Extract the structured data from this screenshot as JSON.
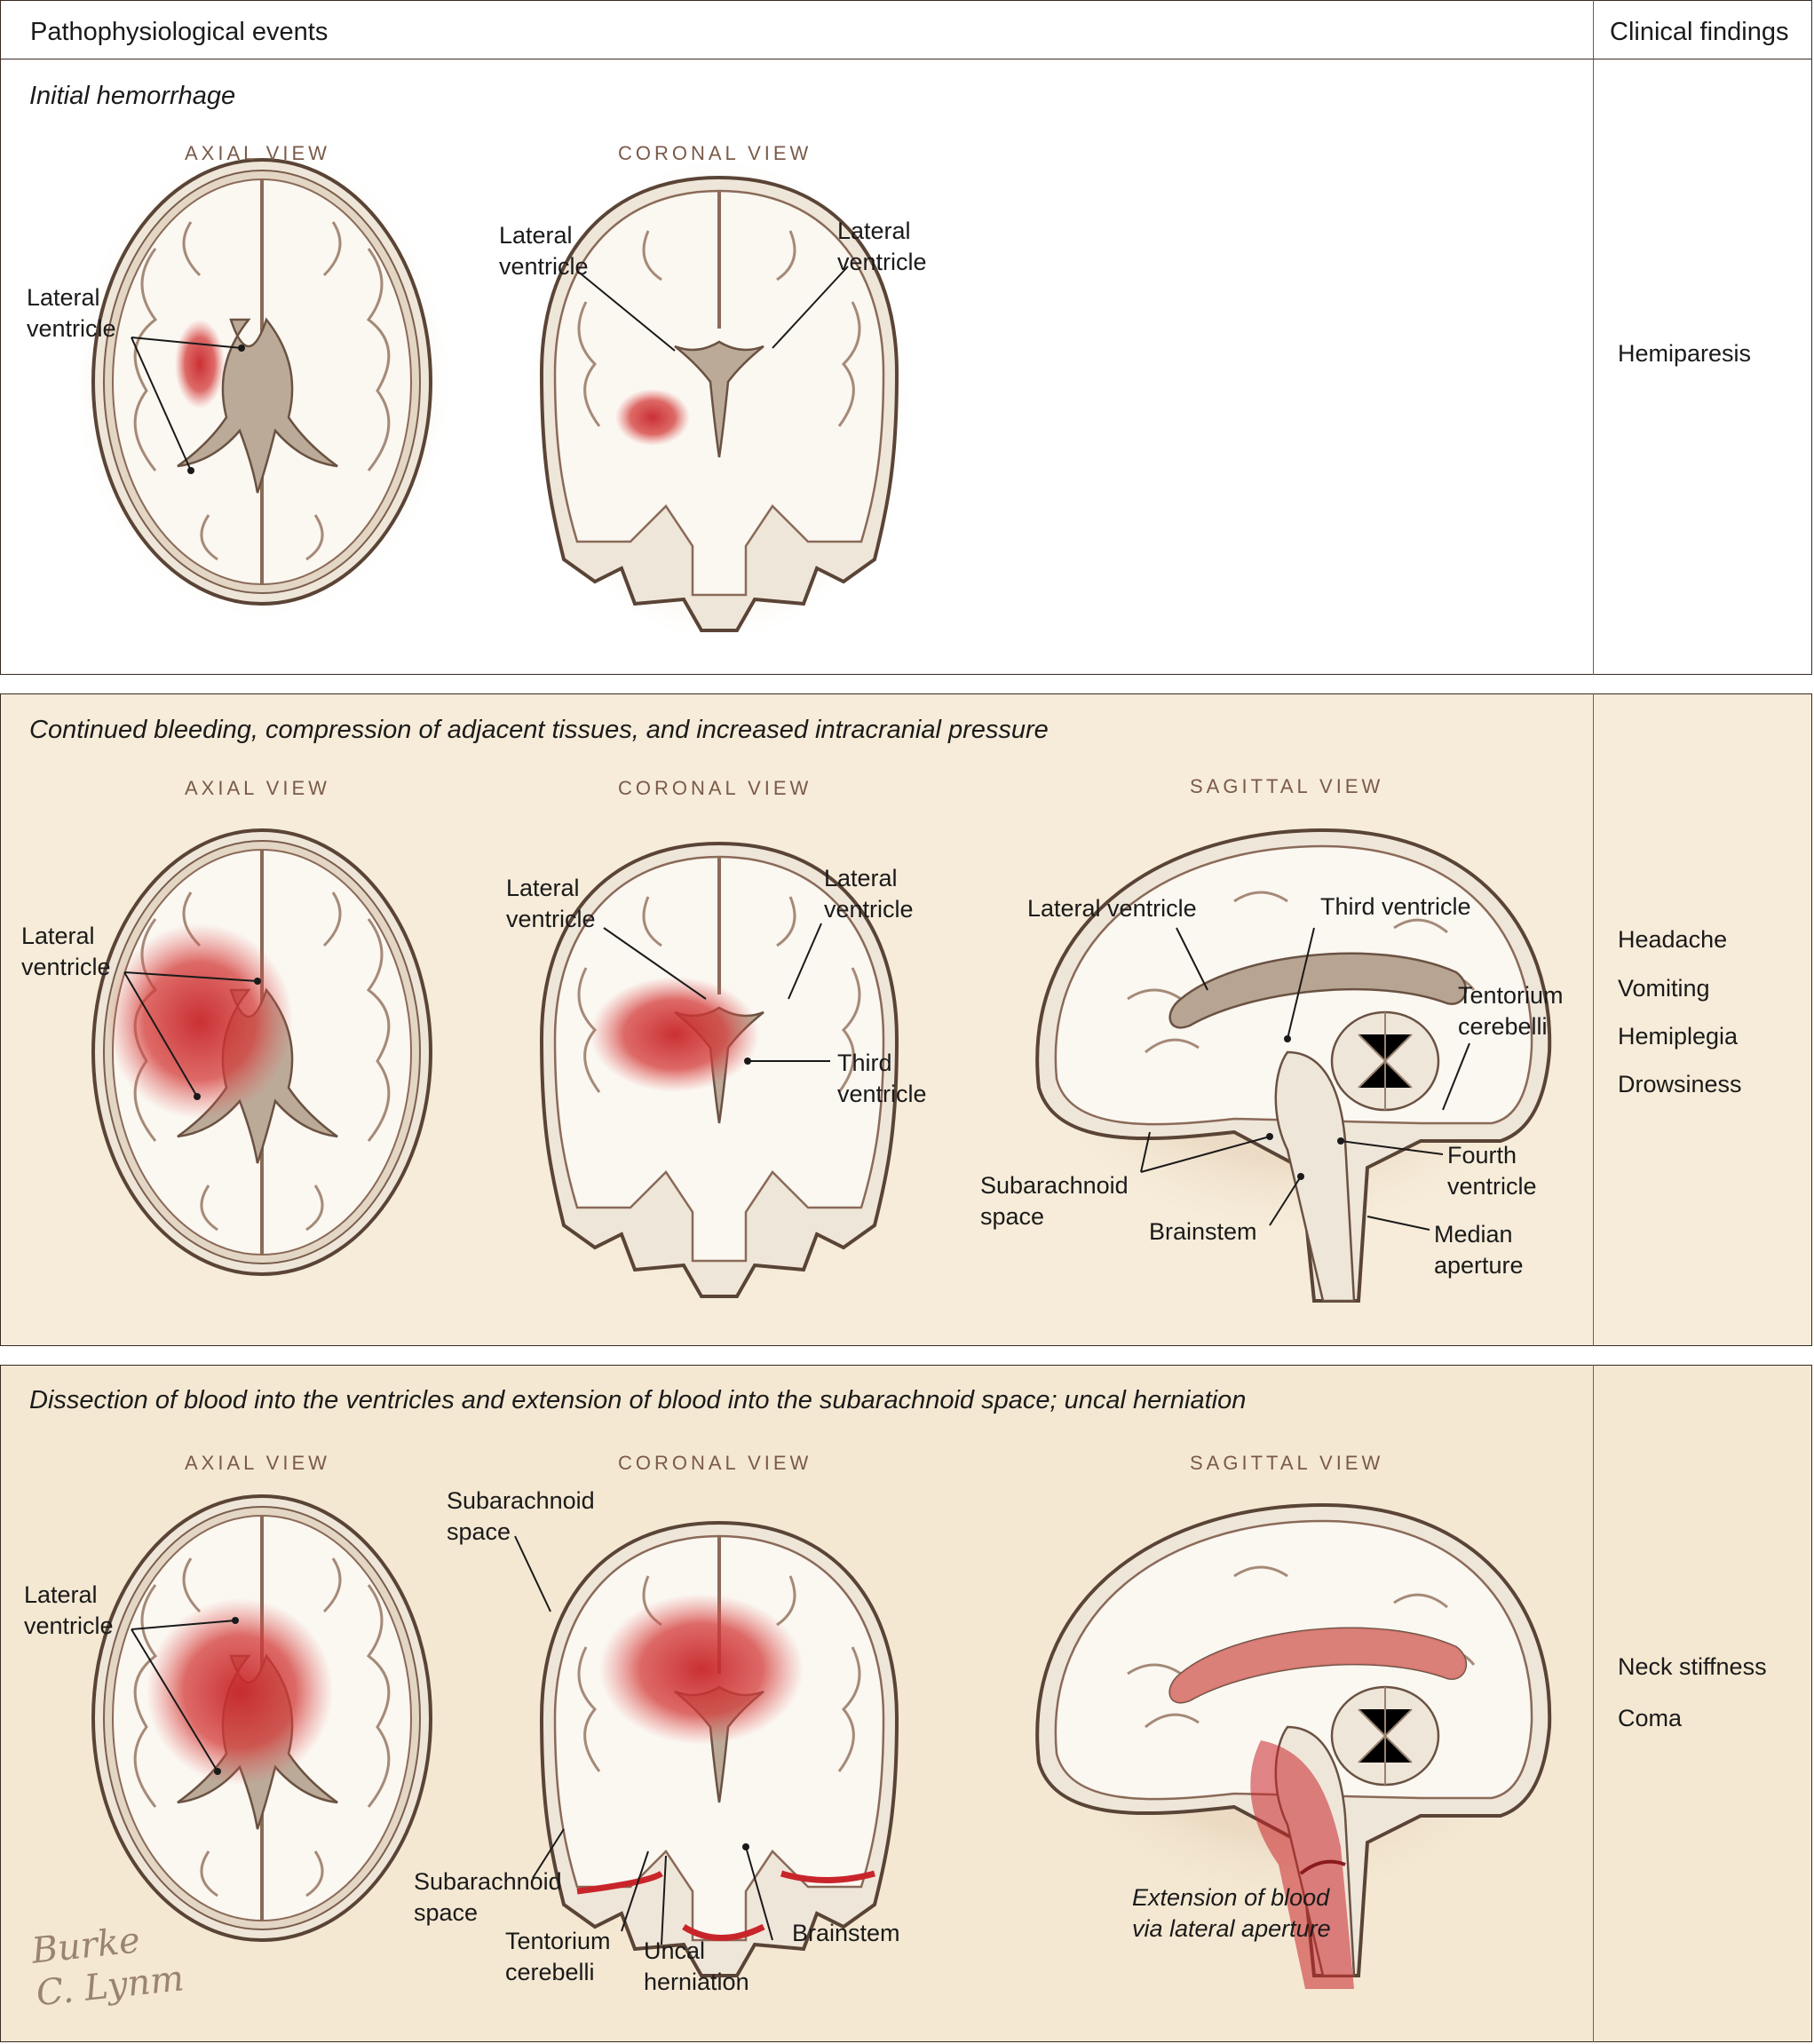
{
  "header": {
    "left": "Pathophysiological events",
    "right": "Clinical findings"
  },
  "views": {
    "axial": "AXIAL VIEW",
    "coronal": "CORONAL VIEW",
    "sagittal": "SAGITTAL VIEW"
  },
  "panel1": {
    "stage": "Initial hemorrhage",
    "labels": {
      "axial_lv": "Lateral\nventricle",
      "cor_lv_left": "Lateral\nventricle",
      "cor_lv_right": "Lateral\nventricle"
    },
    "findings": [
      "Hemiparesis"
    ]
  },
  "panel2": {
    "stage": "Continued bleeding, compression of adjacent tissues, and increased intracranial pressure",
    "labels": {
      "axial_lv": "Lateral\nventricle",
      "cor_lv_left": "Lateral\nventricle",
      "cor_lv_right": "Lateral\nventricle",
      "cor_third": "Third\nventricle",
      "sag_lv": "Lateral ventricle",
      "sag_third": "Third ventricle",
      "sag_tent": "Tentorium\ncerebelli",
      "sag_fourth": "Fourth\nventricle",
      "sag_subarach": "Subarachnoid\nspace",
      "sag_brainstem": "Brainstem",
      "sag_median": "Median\naperture"
    },
    "findings": [
      "Headache",
      "Vomiting",
      "Hemiplegia",
      "Drowsiness"
    ]
  },
  "panel3": {
    "stage": "Dissection of blood into the ventricles and extension of blood into the subarachnoid space; uncal herniation",
    "labels": {
      "axial_lv": "Lateral\nventricle",
      "cor_subarach_top": "Subarachnoid\nspace",
      "cor_subarach_bottom": "Subarachnoid\nspace",
      "cor_tent": "Tentorium\ncerebelli",
      "cor_uncal": "Uncal\nherniation",
      "cor_brainstem": "Brainstem",
      "sag_extension": "Extension of blood\nvia lateral aperture"
    },
    "findings": [
      "Neck stiffness",
      "Coma"
    ]
  },
  "signature": "Burke\nC. Lynm",
  "colors": {
    "blood": "#c8252a",
    "ink": "#3a2a22",
    "bone": "#f3ece2",
    "outline": "#8a6a58"
  }
}
